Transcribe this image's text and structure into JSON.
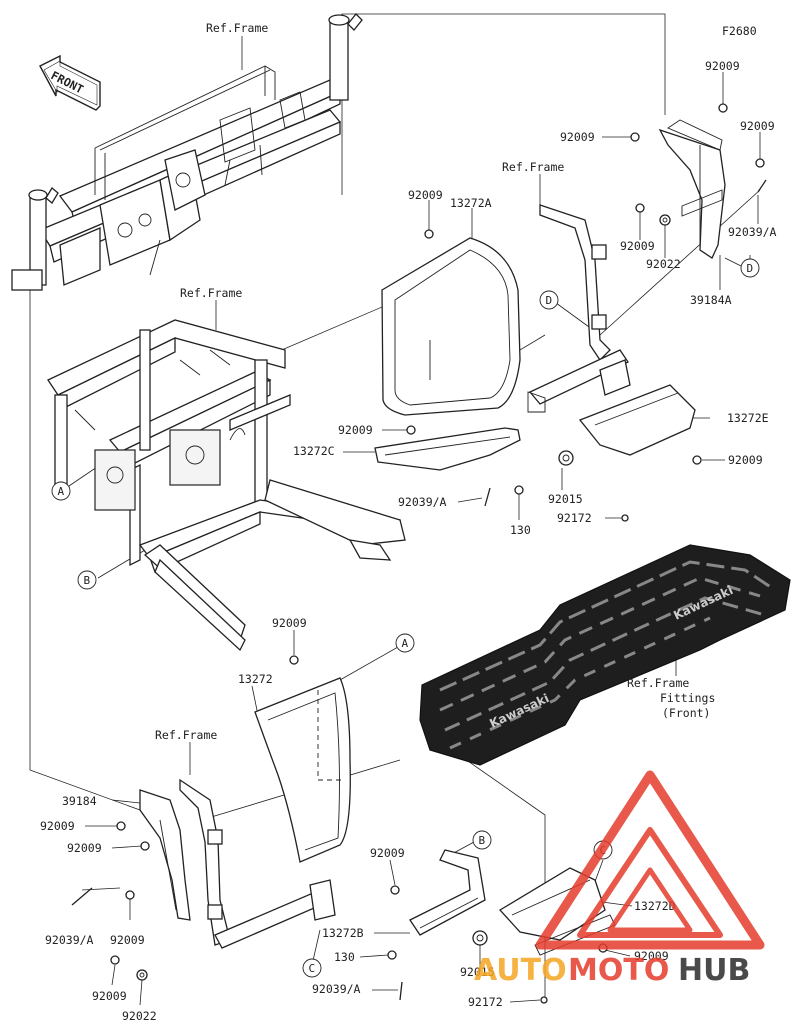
{
  "figure_code": "F2680",
  "front_arrow": "FRONT",
  "callouts": {
    "a": "A",
    "b": "B",
    "c": "C",
    "d": "D"
  },
  "labels": {
    "ref_frame_top": "Ref.Frame",
    "ref_frame_mid": "Ref.Frame",
    "ref_frame_right": "Ref.Frame",
    "ref_frame_bottom": "Ref.Frame",
    "ref_frame_fittings_1": "Ref.Frame",
    "ref_frame_fittings_2": "Fittings",
    "ref_frame_fittings_3": "(Front)",
    "p_92009_a": "92009",
    "p_92009_b": "92009",
    "p_92009_c": "92009",
    "p_92009_d": "92009",
    "p_92009_e": "92009",
    "p_92009_f": "92009",
    "p_92009_g": "92009",
    "p_92009_h": "92009",
    "p_92009_i": "92009",
    "p_92009_j": "92009",
    "p_92009_k": "92009",
    "p_92009_l": "92009",
    "p_92009_m": "92009",
    "p_92009_n": "92009",
    "p_13272a": "13272A",
    "p_13272e": "13272E",
    "p_13272c": "13272C",
    "p_13272": "13272",
    "p_13272b": "13272B",
    "p_13272d": "13272D",
    "p_92039a_a": "92039/A",
    "p_92039a_b": "92039/A",
    "p_92039a_c": "92039/A",
    "p_92039a_d": "92039/A",
    "p_92022_a": "92022",
    "p_92022_b": "92022",
    "p_39184a": "39184A",
    "p_39184": "39184",
    "p_92015_a": "92015",
    "p_92015_b": "92015",
    "p_92172_a": "92172",
    "p_92172_b": "92172",
    "p_130_a": "130",
    "p_130_b": "130"
  },
  "mat_text": "Kawasaki",
  "watermark": {
    "auto": "AUTO",
    "moto": "MOTO",
    "hub": "HUB",
    "color_red": "#e53b2c",
    "color_orange": "#f5a623",
    "color_dark": "#2b2b2b"
  }
}
